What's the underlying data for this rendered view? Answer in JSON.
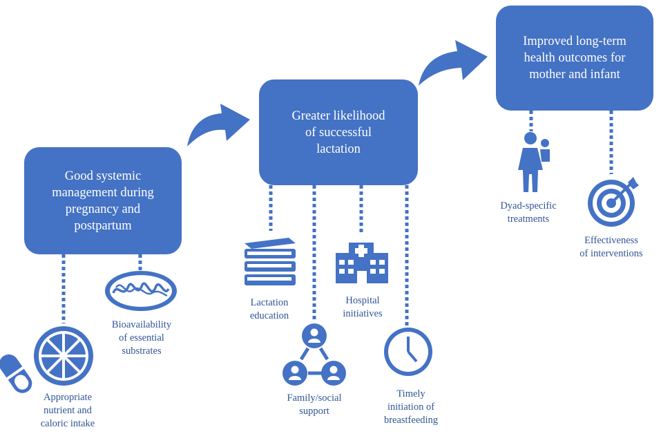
{
  "colors": {
    "primary": "#4472c4",
    "label_text": "#2f5596",
    "background": "#ffffff"
  },
  "boxes": {
    "step1": "Good systemic\nmanagement during\npregnancy and\npostpartum",
    "step2": "Greater likelihood\nof successful\nlactation",
    "step3": "Improved long-term\nhealth outcomes for\nmother and infant"
  },
  "factors": {
    "nutrient": {
      "label": "Appropriate\nnutrient and\ncaloric intake",
      "icons": [
        "pill-icon",
        "citrus-slice-icon"
      ]
    },
    "bioavailability": {
      "label": "Bioavailability\nof essential\nsubstrates",
      "icon": "mitochondrion-icon"
    },
    "lactation_education": {
      "label": "Lactation\neducation",
      "icon": "books-icon"
    },
    "family_support": {
      "label": "Family/social\nsupport",
      "icon": "people-network-icon"
    },
    "hospital": {
      "label": "Hospital\ninitiatives",
      "icon": "hospital-icon"
    },
    "timely": {
      "label": "Timely\ninitiation of\nbreastfeeding",
      "icon": "clock-icon"
    },
    "dyad": {
      "label": "Dyad-specific\ntreatments",
      "icon": "mother-infant-icon"
    },
    "effectiveness": {
      "label": "Effectiveness\nof interventions",
      "icon": "target-icon"
    }
  }
}
